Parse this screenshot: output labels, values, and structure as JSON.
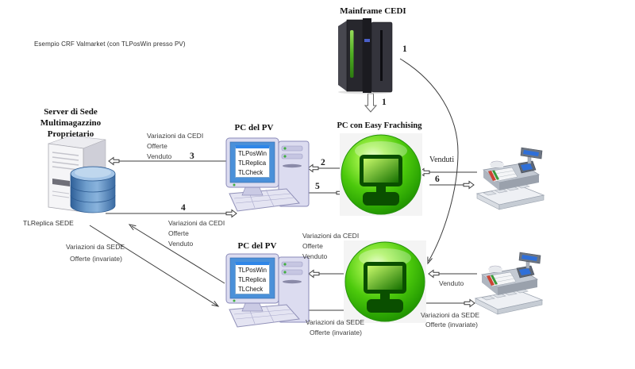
{
  "page": {
    "subtitle": "Esempio CRF Valmarket (con TLPosWin presso PV)"
  },
  "nodes": {
    "mainframe": {
      "title": "Mainframe CEDI"
    },
    "server": {
      "title": "Server di Sede\nMultimagazzino Proprietario",
      "caption": "TLReplica SEDE"
    },
    "pc_pv_top": {
      "title": "PC del PV",
      "apps": [
        "TLPosWin",
        "TLReplica",
        "TLCheck"
      ]
    },
    "pc_pv_bottom": {
      "title": "PC del PV",
      "apps": [
        "TLPosWin",
        "TLReplica",
        "TLCheck"
      ]
    },
    "easy_pc_top": {
      "title": "PC con Easy Frachising"
    }
  },
  "flows": {
    "step1_curve": "1",
    "step1_down": "1",
    "step2": "2",
    "step3": "3",
    "step4": "4",
    "step5": "5",
    "step6": "6",
    "cedi_top": "Variazioni da CEDI\nOfferte\nVenduto",
    "cedi_mid": "Variazioni da CEDI\nOfferte\nVenduto",
    "cedi_bottom": "Variazioni da CEDI\nOfferte\nVenduto",
    "sede_server_line1": "Variazioni da SEDE",
    "sede_server_line2": "Offerte (invariate)",
    "venduti_top": "Venduti",
    "venduto_bottom": "Venduto",
    "sede_pc2_line1": "Variazioni da SEDE",
    "sede_pc2_line2": "Offerte (invariate)",
    "sede_reg2_line1": "Variazioni da SEDE",
    "sede_reg2_line2": "Offerte (invariate)"
  },
  "colors": {
    "line": "#3c3c3c",
    "easy_pc_green": "#44c20a",
    "database_blue": "#4a7fb5",
    "monitor_screen_blue": "#4a90d9",
    "app_titlebar_blue": "#2f86e8"
  }
}
